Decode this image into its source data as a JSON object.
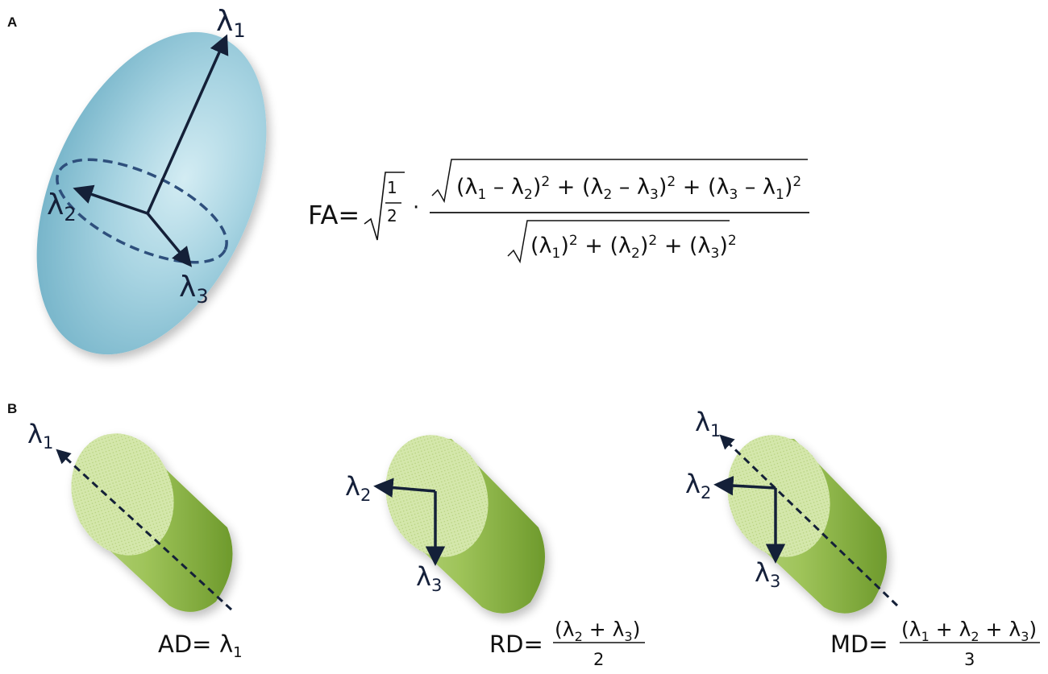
{
  "panels": {
    "a": "A",
    "b": "B"
  },
  "symbols": {
    "lambda": "λ",
    "sub1": "1",
    "sub2": "2",
    "sub3": "3"
  },
  "fa_formula": {
    "prefix": "FA=",
    "half_num": "1",
    "half_den": "2",
    "dot": "·",
    "numerator": [
      {
        "t": "(λ"
      },
      {
        "sub": "1"
      },
      {
        "t": " – λ"
      },
      {
        "sub": "2"
      },
      {
        "t": ")"
      },
      {
        "sup": "2"
      },
      {
        "t": " + (λ"
      },
      {
        "sub": "2"
      },
      {
        "t": " – λ"
      },
      {
        "sub": "3"
      },
      {
        "t": ")"
      },
      {
        "sup": "2"
      },
      {
        "t": " + (λ"
      },
      {
        "sub": "3"
      },
      {
        "t": " – λ"
      },
      {
        "sub": "1"
      },
      {
        "t": ")"
      },
      {
        "sup": "2"
      }
    ],
    "denominator": [
      {
        "t": "(λ"
      },
      {
        "sub": "1"
      },
      {
        "t": ")"
      },
      {
        "sup": "2"
      },
      {
        "t": " + (λ"
      },
      {
        "sub": "2"
      },
      {
        "t": ")"
      },
      {
        "sup": "2"
      },
      {
        "t": " + (λ"
      },
      {
        "sub": "3"
      },
      {
        "t": ")"
      },
      {
        "sup": "2"
      }
    ]
  },
  "ad_formula": {
    "prefix": "AD=",
    "value": [
      {
        "t": "λ"
      },
      {
        "sub": "1"
      }
    ]
  },
  "rd_formula": {
    "prefix": "RD=",
    "numerator": [
      {
        "t": "(λ"
      },
      {
        "sub": "2"
      },
      {
        "t": " + λ"
      },
      {
        "sub": "3"
      },
      {
        "t": ")"
      }
    ],
    "denominator": "2"
  },
  "md_formula": {
    "prefix": "MD=",
    "numerator": [
      {
        "t": "(λ"
      },
      {
        "sub": "1"
      },
      {
        "t": " + λ"
      },
      {
        "sub": "2"
      },
      {
        "t": " + λ"
      },
      {
        "sub": "3"
      },
      {
        "t": ")"
      }
    ],
    "denominator": "3"
  },
  "colors": {
    "ellipsoid": "#8fc6d6",
    "ellipsoid_dark": "#5fa3bb",
    "cylinder": "#7da23a",
    "cylinder_face": "#cfe3a6",
    "arrow": "#142038",
    "dashed": "#2e4f7c"
  }
}
